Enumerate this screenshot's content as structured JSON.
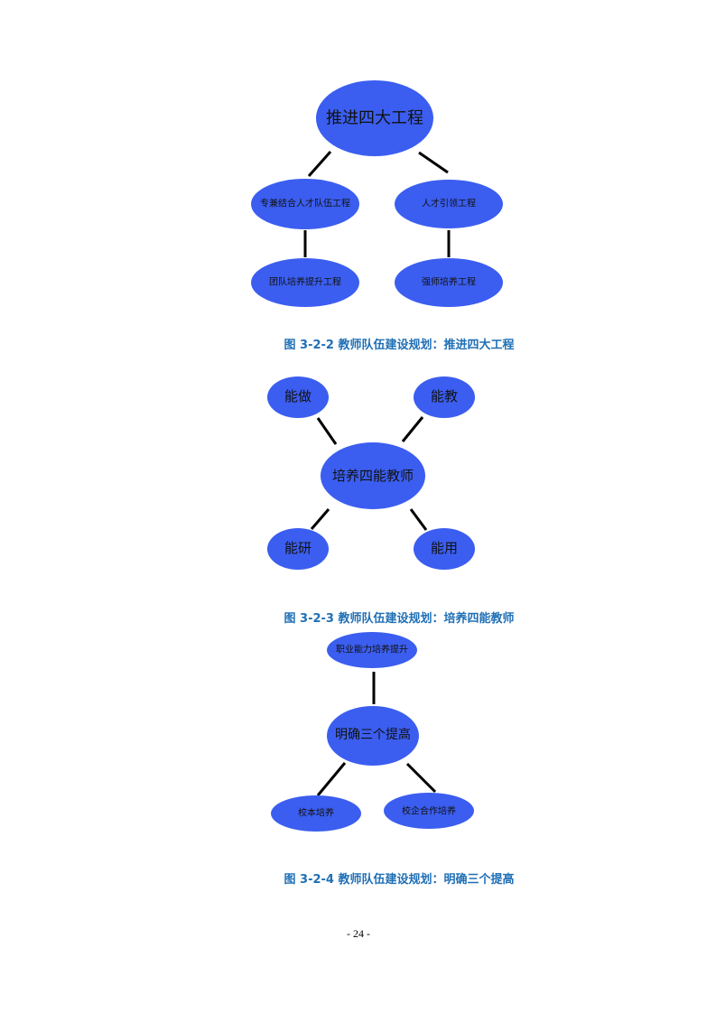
{
  "figures": [
    {
      "caption": "图 3-2-2 教师队伍建设规划：推进四大工程",
      "nodes": [
        "推进四大工程",
        "专兼结合人才队伍工程",
        "人才引领工程",
        "团队培养提升工程",
        "强师培养工程"
      ]
    },
    {
      "caption": "图 3-2-3 教师队伍建设规划：培养四能教师",
      "nodes": [
        "培养四能教师",
        "能做",
        "能教",
        "能研",
        "能用"
      ]
    },
    {
      "caption": "图 3-2-4 教师队伍建设规划：明确三个提高",
      "nodes": [
        "职业能力培养提升",
        "明确三个提高",
        "校本培养",
        "校企合作培养"
      ]
    }
  ],
  "page_number": "- 24 -",
  "colors": {
    "node": "#3b5ef0",
    "caption": "#1f6fb5"
  }
}
